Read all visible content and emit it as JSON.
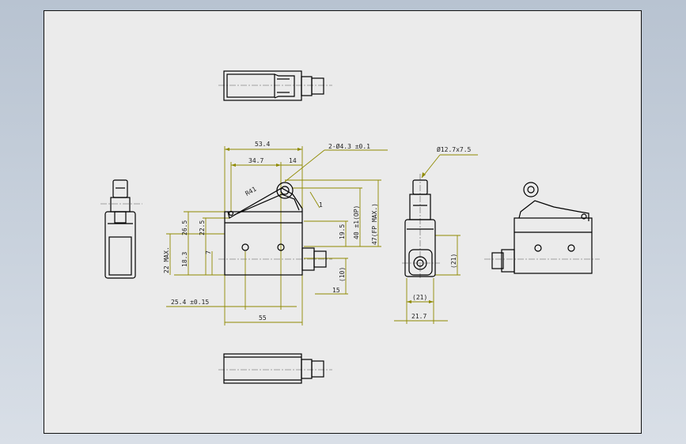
{
  "drawing": {
    "colors": {
      "sheet": "#ebebeb",
      "geometry": "#000000",
      "dimension": "#8f8a00",
      "centerline": "#5a5a5a"
    },
    "dimensions": {
      "d_53_4": "53.4",
      "d_34_7": "34.7",
      "d_14": "14",
      "d_hole": "2-Ø4.3 ±0.1",
      "d_r41": "R41",
      "d_26_5": "26.5",
      "d_22_5": "22.5",
      "d_7": "7",
      "d_18_3": "18.3",
      "d_22max": "22 MAX.",
      "d_19_5": "19.5",
      "d_40op": "40 ±1(OP)",
      "d_47fp": "47(FP MAX.)",
      "d_10": "(10)",
      "d_15": "15",
      "d_25_4": "25.4 ±0.15",
      "d_55": "55",
      "d_roller": "Ø12.7x7.5",
      "d_21_h": "(21)",
      "d_21_7": "21.7",
      "d_21_v": "(21)",
      "d_one": "1"
    }
  }
}
